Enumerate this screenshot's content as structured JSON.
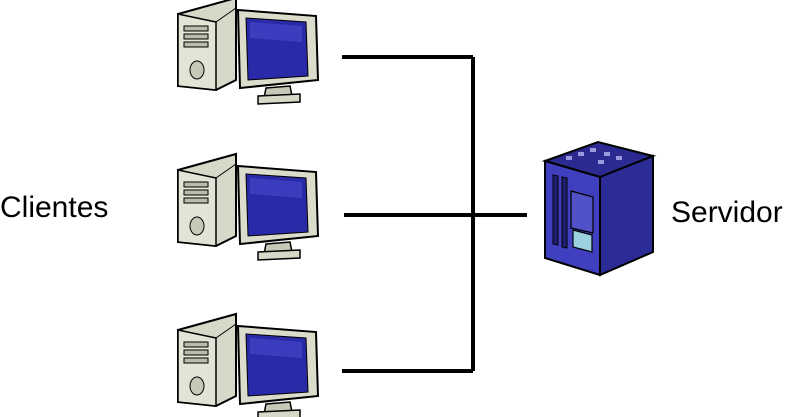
{
  "diagram": {
    "clients_label": "Clientes",
    "server_label": "Servidor",
    "client_count": 3,
    "colors": {
      "screen": "#2a2aa8",
      "screen_highlight": "#4a4ad0",
      "case": "#d8d8c8",
      "case_shade": "#a8a898",
      "outline": "#000000",
      "server_front": "#3f3fc0",
      "server_top": "#2a2a90",
      "server_side": "#2c2c96",
      "server_panel": "#9ad0e0",
      "connection_line": "#000000"
    }
  }
}
